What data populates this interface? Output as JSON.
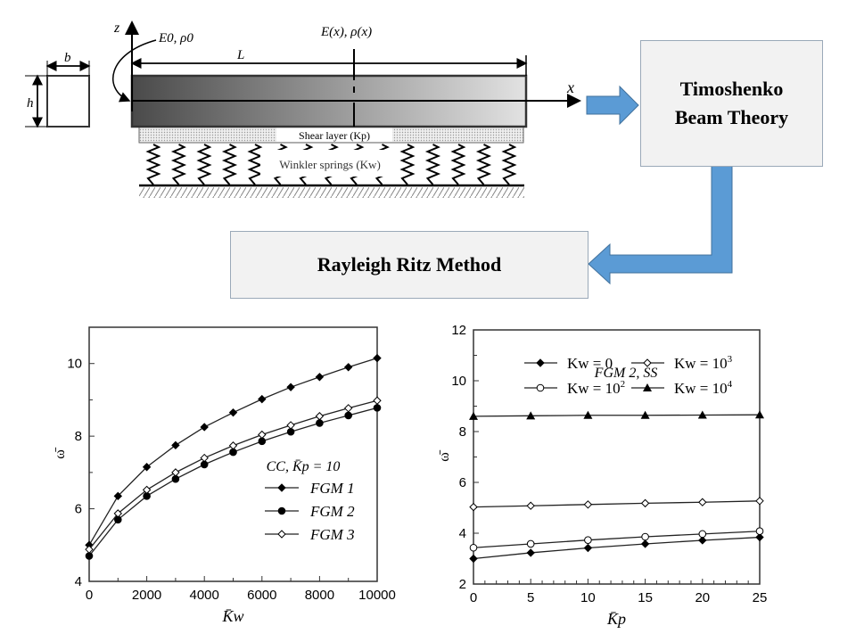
{
  "diagram": {
    "cross_section": {
      "width_label": "b",
      "height_label": "h"
    },
    "axis_z": "z",
    "axis_x": "x",
    "origin_props": "E0, ρ0",
    "varying_props": "E(x), ρ(x)",
    "length_label": "L",
    "shear_layer_label": "Shear layer (Kp)",
    "winkler_label": "Winkler springs (Kw)"
  },
  "flow": {
    "theory_box": "Timoshenko Beam Theory",
    "method_box": "Rayleigh Ritz Method",
    "arrow_color": "#5b9bd5"
  },
  "chart_data": [
    {
      "type": "line",
      "title": "",
      "annotation": "CC, K̄p = 10",
      "xlabel": "K̄w",
      "ylabel": "ω̄",
      "xlim": [
        0,
        10000
      ],
      "ylim": [
        4,
        11
      ],
      "xticks": [
        0,
        2000,
        4000,
        6000,
        8000,
        10000
      ],
      "yticks": [
        4,
        6,
        8,
        10
      ],
      "x": [
        0,
        1000,
        2000,
        3000,
        4000,
        5000,
        6000,
        7000,
        8000,
        9000,
        10000
      ],
      "legend_position": "center-right",
      "series": [
        {
          "name": "FGM 1",
          "marker": "filled-diamond",
          "values": [
            5.0,
            6.35,
            7.15,
            7.75,
            8.25,
            8.65,
            9.02,
            9.35,
            9.63,
            9.9,
            10.15
          ]
        },
        {
          "name": "FGM 2",
          "marker": "filled-circle",
          "values": [
            4.7,
            5.7,
            6.35,
            6.82,
            7.22,
            7.56,
            7.86,
            8.12,
            8.36,
            8.57,
            8.78
          ]
        },
        {
          "name": "FGM 3",
          "marker": "open-diamond",
          "values": [
            4.88,
            5.87,
            6.52,
            7.0,
            7.4,
            7.74,
            8.04,
            8.3,
            8.55,
            8.77,
            8.98
          ]
        }
      ]
    },
    {
      "type": "line",
      "title": "",
      "annotation": "FGM 2, SS",
      "xlabel": "K̄p",
      "ylabel": "ω̄",
      "xlim": [
        0,
        25
      ],
      "ylim": [
        2,
        12
      ],
      "xticks": [
        0,
        5,
        10,
        15,
        20,
        25
      ],
      "yticks": [
        2,
        4,
        6,
        8,
        10,
        12
      ],
      "x": [
        0,
        5,
        10,
        15,
        20,
        25
      ],
      "legend_position": "top",
      "series": [
        {
          "name": "Kw = 0",
          "marker": "filled-diamond",
          "values": [
            3.0,
            3.23,
            3.42,
            3.58,
            3.72,
            3.84
          ]
        },
        {
          "name": "Kw = 10^2",
          "marker": "open-circle",
          "values": [
            3.43,
            3.58,
            3.73,
            3.86,
            3.97,
            4.08
          ]
        },
        {
          "name": "Kw = 10^3",
          "marker": "open-diamond",
          "values": [
            5.03,
            5.08,
            5.13,
            5.18,
            5.22,
            5.27
          ]
        },
        {
          "name": "Kw = 10^4",
          "marker": "filled-triangle",
          "values": [
            8.6,
            8.62,
            8.64,
            8.64,
            8.65,
            8.66
          ]
        }
      ]
    }
  ]
}
